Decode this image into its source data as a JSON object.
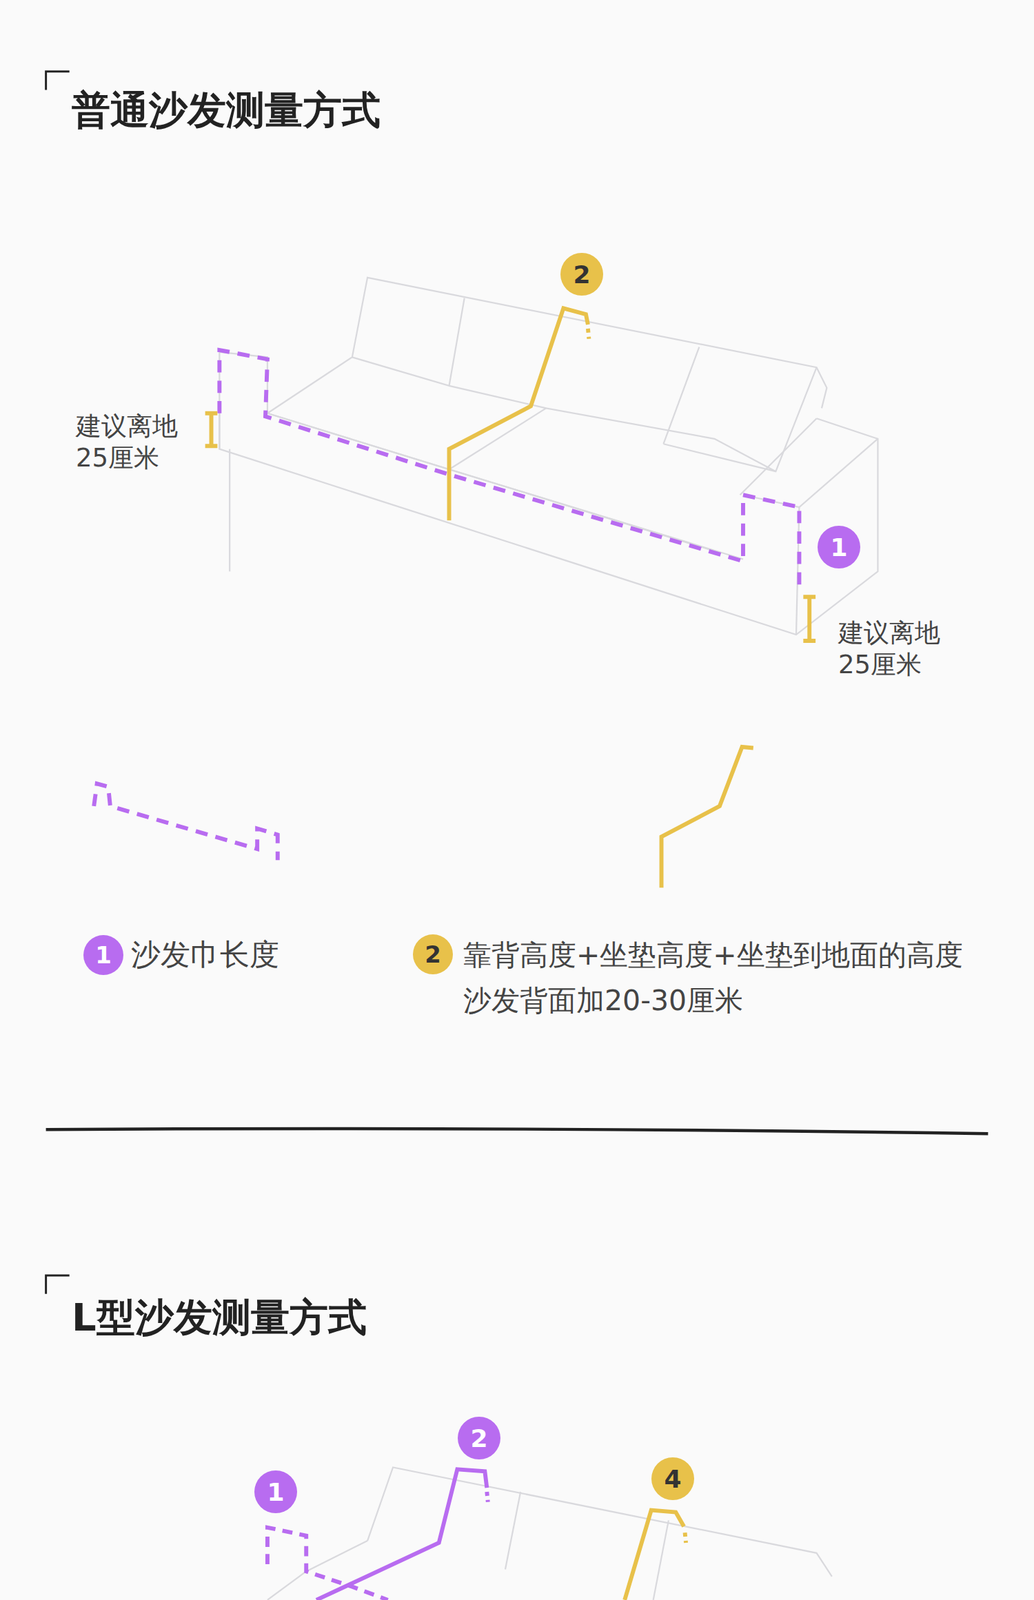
{
  "diagram": {
    "title": "普通沙发测量方式",
    "nodes": [
      {
        "text": [
          "2"
        ]
      },
      {
        "text": [
          "1"
        ]
      },
      {
        "text": [
          "1"
        ]
      },
      {
        "text": [
          "2"
        ]
      },
      {
        "text": [
          "1"
        ]
      },
      {
        "text": [
          "2"
        ]
      },
      {
        "text": [
          "4"
        ]
      }
    ],
    "labels": [
      "建议离地 25厘米",
      "建议离地 25厘米",
      "沙发巾长度",
      "靠背高度+坐垫高度+坐垫到地面的高度",
      "沙发背面加20-30厘米",
      "L型沙发测量方式"
    ]
  }
}
